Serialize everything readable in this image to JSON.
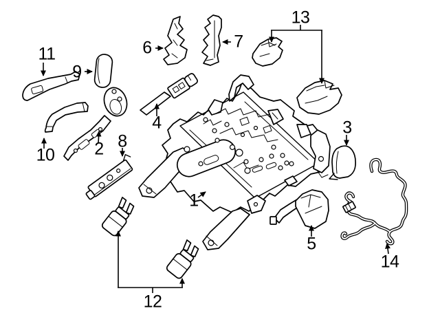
{
  "diagram": {
    "background": "#ffffff",
    "line_color": "#000000",
    "label_color": "#000000",
    "callouts": [
      {
        "label": "1"
      },
      {
        "label": "2"
      },
      {
        "label": "3"
      },
      {
        "label": "4"
      },
      {
        "label": "5"
      },
      {
        "label": "6"
      },
      {
        "label": "7"
      },
      {
        "label": "8"
      },
      {
        "label": "9"
      },
      {
        "label": "10"
      },
      {
        "label": "11"
      },
      {
        "label": "12"
      },
      {
        "label": "13"
      },
      {
        "label": "14"
      }
    ]
  }
}
